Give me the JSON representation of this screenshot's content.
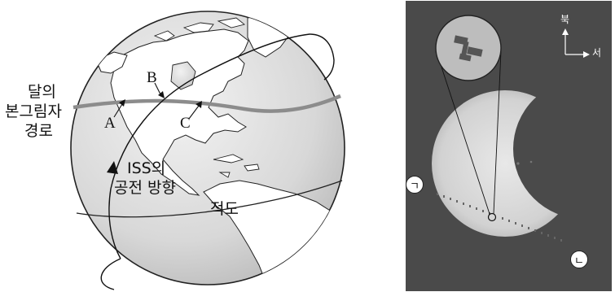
{
  "left_diagram": {
    "shadow_path_label_lines": [
      "달의",
      "본그림자",
      "경로"
    ],
    "point_a": "A",
    "point_b": "B",
    "point_c": "C",
    "iss_label_line1": "ISS의",
    "iss_label_line2": "공전 방향",
    "equator_label": "적도"
  },
  "right_image": {
    "compass_north": "북",
    "compass_west": "서",
    "mark_start": "ㄱ",
    "mark_end": "ㄴ"
  }
}
